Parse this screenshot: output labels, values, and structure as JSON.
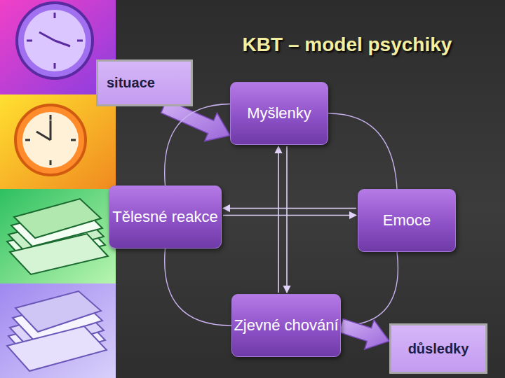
{
  "diagram": {
    "title": "KBT – model psychiky",
    "nodes": [
      {
        "text": [
          "situace"
        ]
      },
      {
        "text": [
          "Myšlenky"
        ]
      },
      {
        "text": [
          "Tělesné reakce"
        ]
      },
      {
        "text": [
          "Emoce"
        ]
      },
      {
        "text": [
          "Zjevné chování"
        ]
      },
      {
        "text": [
          "důsledky"
        ]
      }
    ],
    "edges": [
      {
        "from": 0,
        "to": 1,
        "arrow": "to"
      },
      {
        "from": 1,
        "to": 4,
        "arrow": "both"
      },
      {
        "from": 2,
        "to": 3,
        "arrow": "both"
      },
      {
        "from": 1,
        "to": 3,
        "arrow": "none"
      },
      {
        "from": 3,
        "to": 4,
        "arrow": "none"
      },
      {
        "from": 4,
        "to": 2,
        "arrow": "none"
      },
      {
        "from": 2,
        "to": 1,
        "arrow": "none"
      },
      {
        "from": 4,
        "to": 5,
        "arrow": "to"
      }
    ]
  }
}
